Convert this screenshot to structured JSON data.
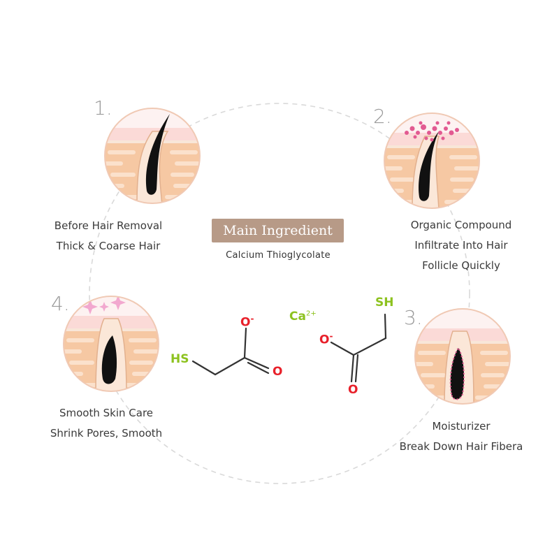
{
  "steps": [
    {
      "number": "1.",
      "line1": "Before Hair Removal",
      "line2": "Thick & Coarse Hair"
    },
    {
      "number": "2.",
      "line1": "Organic Compound",
      "line2": "Infiltrate Into Hair",
      "line3": "Follicle Quickly"
    },
    {
      "number": "3.",
      "line1": "Moisturizer",
      "line2": "Break Down Hair Fibera"
    },
    {
      "number": "4.",
      "line1": "Smooth Skin Care",
      "line2": "Shrink Pores, Smooth"
    }
  ],
  "center": {
    "title": "Main Ingredient",
    "subtitle": "Calcium Thioglycolate"
  },
  "chemistry": {
    "left_sh": "HS",
    "left_o_top": "O",
    "left_o_top_charge": "-",
    "left_o_right": "O",
    "calcium": "Ca",
    "calcium_charge": "2+",
    "right_sh": "SH",
    "right_o_top": "O",
    "right_o_top_charge": "-",
    "right_o_bottom": "O"
  },
  "colors": {
    "badge": "#b79a87",
    "sh_green": "#8dc21f",
    "oxygen_red": "#e8202a",
    "skin_orange": "#f6c7a0",
    "skin_pink": "#fbdad7",
    "hair": "#111111"
  }
}
